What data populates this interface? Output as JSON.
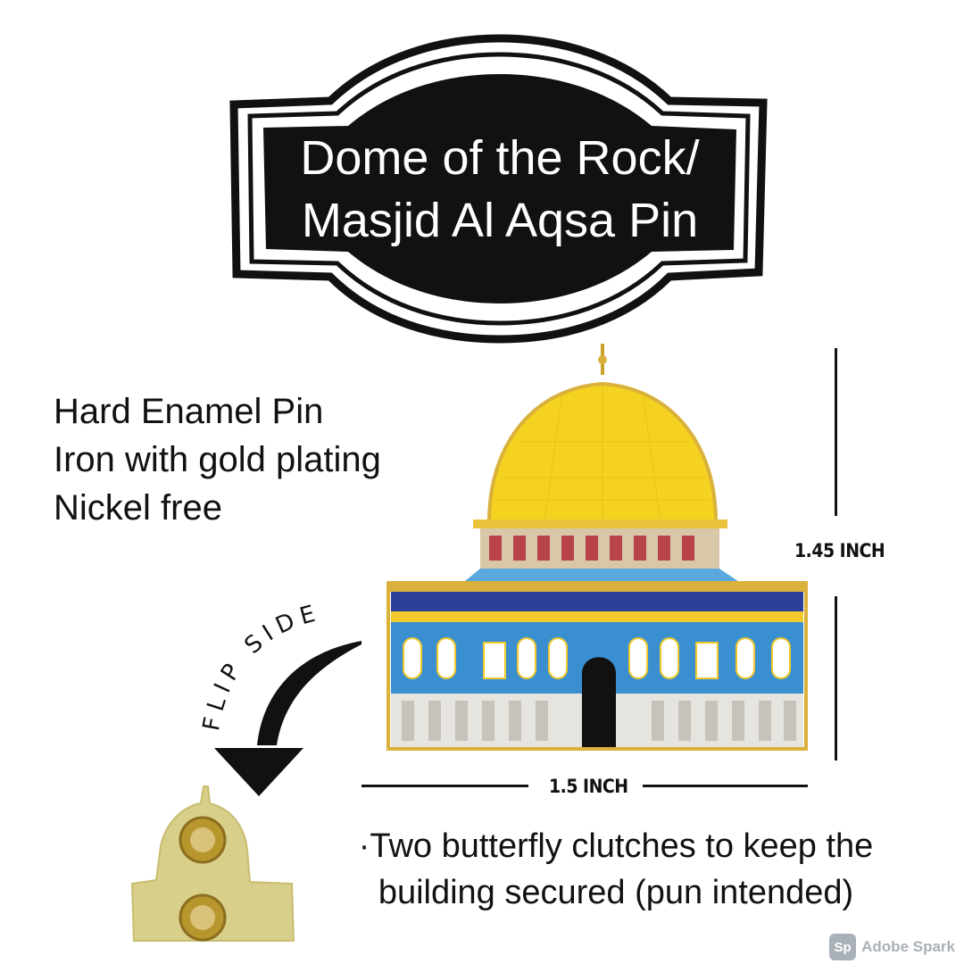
{
  "title": {
    "line1": "Dome of the Rock/",
    "line2": "Masjid Al Aqsa Pin"
  },
  "specs": [
    "Hard Enamel Pin",
    "Iron with gold plating",
    "Nickel free"
  ],
  "dimensions": {
    "height": "1.45 INCH",
    "width": "1.5 INCH"
  },
  "flip_label": "FLIP SIDE",
  "bottom_text": {
    "line1": "·Two butterfly clutches to keep the",
    "line2": "building secured (pun intended)"
  },
  "watermark": {
    "badge": "Sp",
    "text": "Adobe Spark"
  },
  "colors": {
    "dome": "#f5d21f",
    "gold": "#d9b13b",
    "tile_blue": "#3a8fd0",
    "back_gold": "#d8cf8a"
  }
}
